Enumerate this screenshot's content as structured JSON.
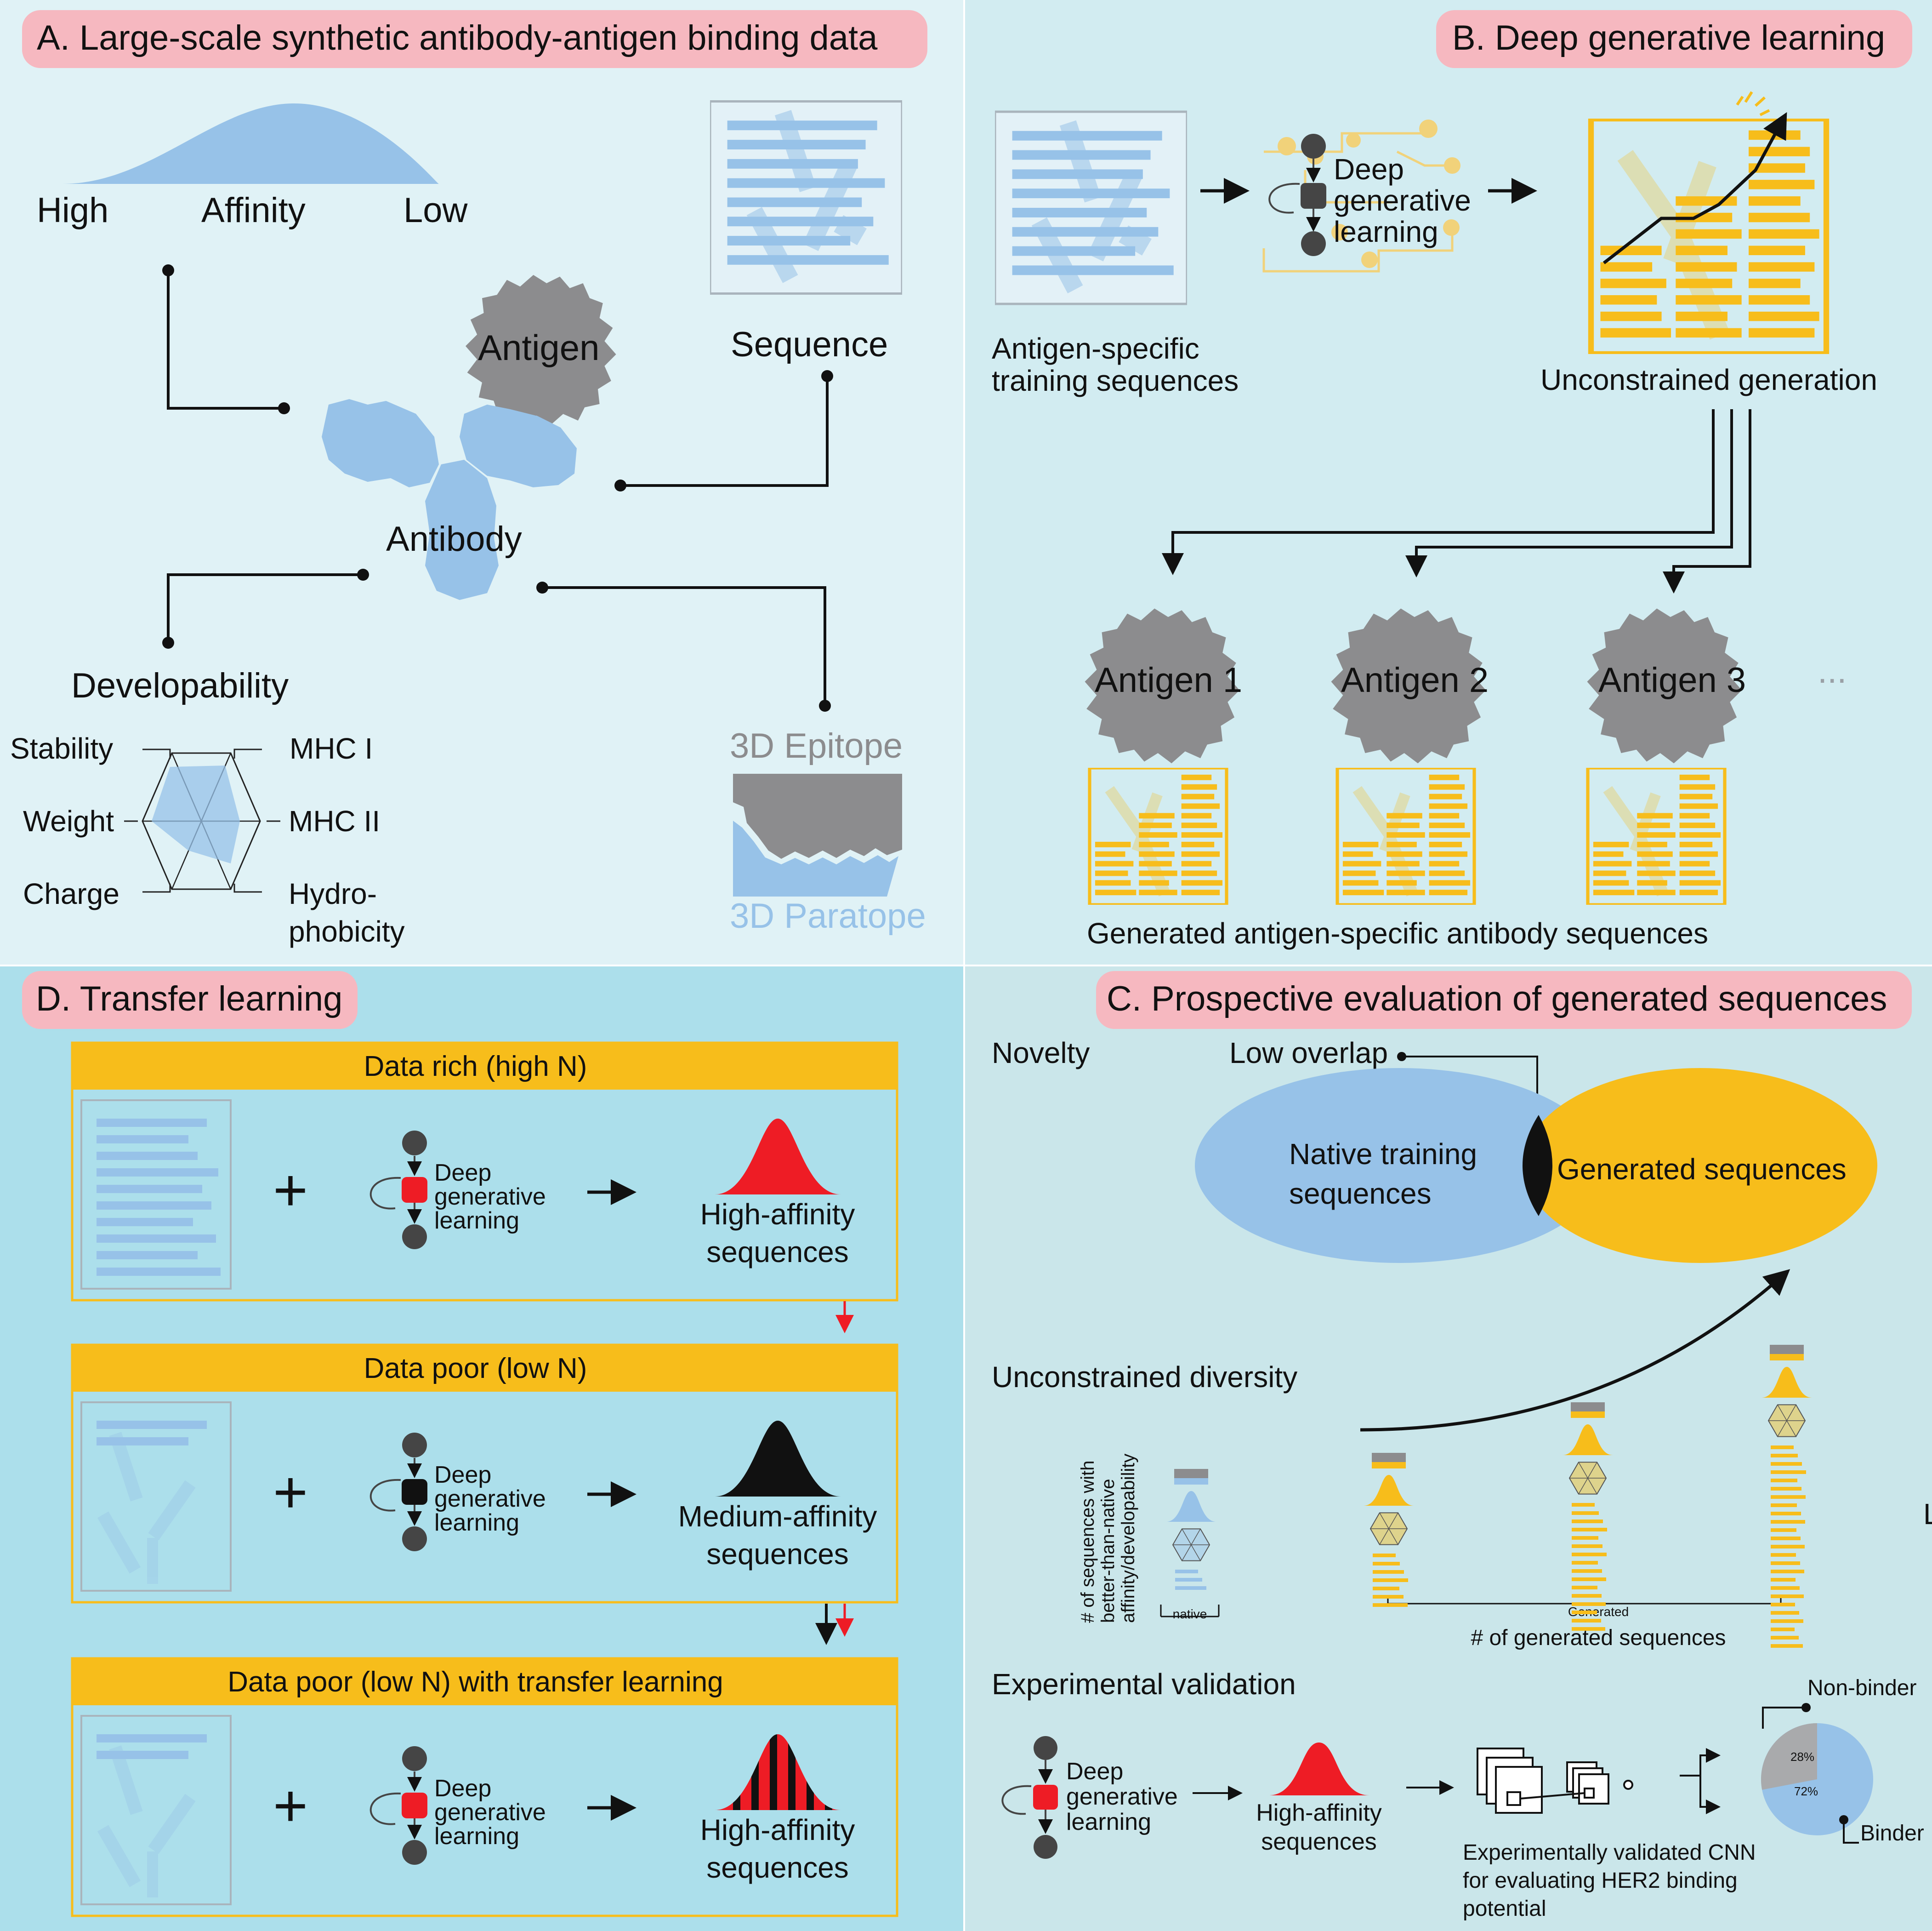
{
  "panelA": {
    "title": "A. Large-scale synthetic antibody-antigen binding data",
    "affinity": {
      "high": "High",
      "label": "Affinity",
      "low": "Low"
    },
    "sequence": "Sequence",
    "antigen": "Antigen",
    "antibody": "Antibody",
    "developability": "Developability",
    "radar": {
      "stability": "Stability",
      "mhc1": "MHC I",
      "weight": "Weight",
      "mhc2": "MHC II",
      "charge": "Charge",
      "hydro1": "Hydro-",
      "hydro2": "phobicity"
    },
    "epitope": "3D Epitope",
    "paratope": "3D Paratope"
  },
  "panelB": {
    "title": "B. Deep generative learning",
    "training1": "Antigen-specific",
    "training2": "training sequences",
    "dgl1": "Deep",
    "dgl2": "generative",
    "dgl3": "learning",
    "unconstrained": "Unconstrained generation",
    "antigens": [
      "Antigen 1",
      "Antigen 2",
      "Antigen 3"
    ],
    "ellipsis": "...",
    "generated": "Generated antigen-specific antibody sequences"
  },
  "panelC": {
    "title": "C. Prospective evaluation of generated sequences",
    "novelty": "Novelty",
    "low_overlap": "Low overlap",
    "native1": "Native training",
    "native2": "sequences",
    "generated_seq": "Generated sequences",
    "diversity": "Unconstrained diversity",
    "ylabel1": "# of sequences with",
    "ylabel2": "better-than-native",
    "ylabel3": "affinity/developability",
    "native_tick": "native",
    "generated_tick": "Generated",
    "xlabel": "# of generated sequences",
    "validation": "Experimental validation",
    "dgl1": "Deep",
    "dgl2": "generative",
    "dgl3": "learning",
    "ha1": "High-affinity",
    "ha2": "sequences",
    "cnn1": "Experimentally validated CNN",
    "cnn2": "for evaluating HER2 binding",
    "cnn3": "potential",
    "nonbinder": "Non-binder",
    "binder": "Binder",
    "pie_nonbinder_pct": "28%",
    "pie_binder_pct": "72%",
    "pie_nonbinder_value": 28,
    "pie_binder_value": 72,
    "cut_letter": "L"
  },
  "panelD": {
    "title": "D. Transfer learning",
    "boxes": [
      {
        "header": "Data rich (high N)",
        "out1": "High-affinity",
        "out2": "sequences"
      },
      {
        "header": "Data poor (low N)",
        "out1": "Medium-affinity",
        "out2": "sequences"
      },
      {
        "header": "Data poor (low N) with transfer learning",
        "out1": "High-affinity",
        "out2": "sequences"
      }
    ],
    "plus": "+",
    "dgl1": "Deep",
    "dgl2": "generative",
    "dgl3": "learning"
  },
  "colors": {
    "panelA_bg": "#e0f2f6",
    "panelB_bg": "#d2ecf1",
    "panelC_bg": "#cae6ea",
    "panelD_bg": "#acdfeb",
    "title_pill": "#f6b8c0",
    "blue": "#97c2e8",
    "gold": "#f7bd1b",
    "grey": "#8c8c8e",
    "red": "#ee1c25",
    "dark": "#454545"
  }
}
